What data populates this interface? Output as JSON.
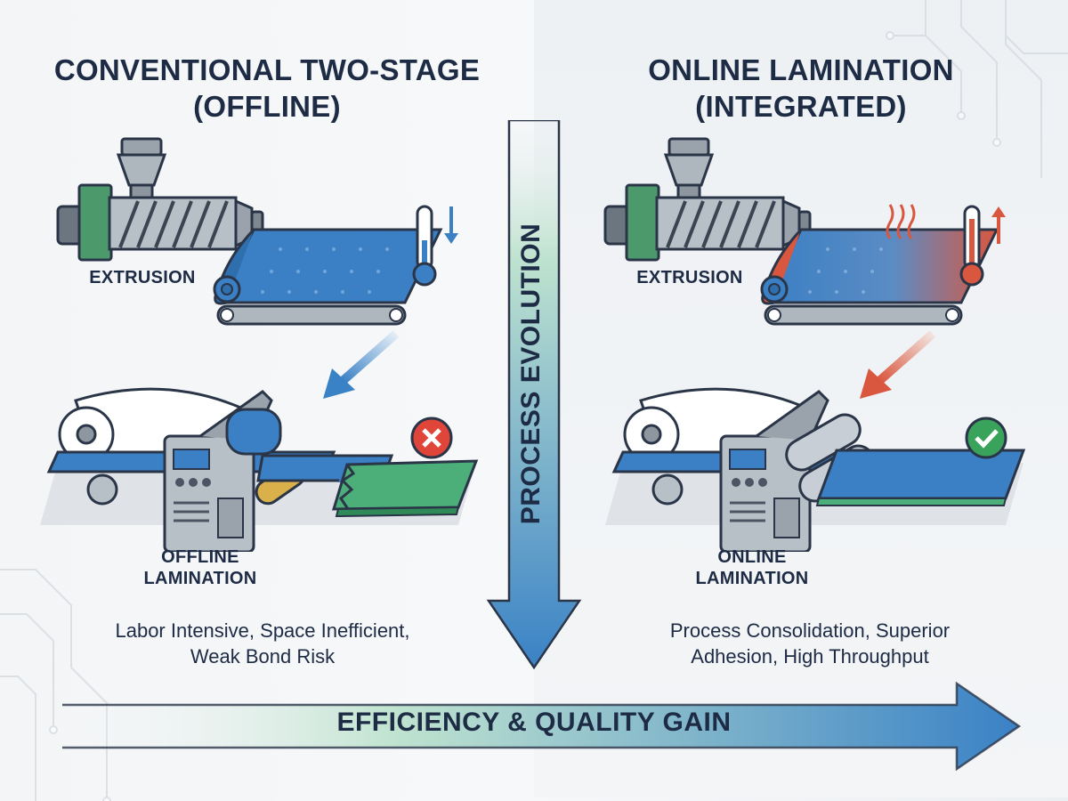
{
  "left_panel": {
    "title_line1": "CONVENTIONAL TWO-STAGE",
    "title_line2": "(OFFLINE)",
    "extrusion_label": "EXTRUSION",
    "lamination_label_line1": "OFFLINE",
    "lamination_label_line2": "LAMINATION",
    "caption_line1": "Labor Intensive, Space Inefficient,",
    "caption_line2": "Weak Bond Risk",
    "status_icon": "x-icon",
    "status_color": "#e0453a"
  },
  "right_panel": {
    "title_line1": "ONLINE LAMINATION",
    "title_line2": "(INTEGRATED)",
    "extrusion_label": "EXTRUSION",
    "lamination_label_line1": "ONLINE",
    "lamination_label_line2": "LAMINATION",
    "caption_line1": "Process Consolidation, Superior",
    "caption_line2": "Adhesion, High Throughput",
    "status_icon": "check-icon",
    "status_color": "#3aa35b"
  },
  "center_arrow": {
    "label": "PROCESS EVOLUTION"
  },
  "bottom_arrow": {
    "label": "EFFICIENCY & QUALITY GAIN"
  },
  "colors": {
    "film_blue": "#3b7fc4",
    "arrow_blue": "#3a82c6",
    "arrow_green": "#bfe3cf",
    "hot_red": "#d9573f",
    "machine_gray": "#9aa3ac",
    "machine_green": "#4c9a6b"
  }
}
